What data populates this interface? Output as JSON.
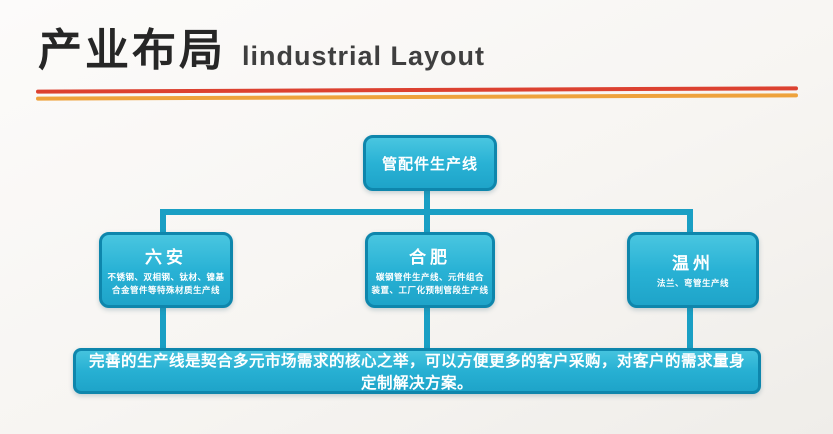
{
  "header": {
    "title_cn": "产业布局",
    "title_en": "lindustrial Layout"
  },
  "diagram": {
    "root": {
      "label": "管配件生产线"
    },
    "children": [
      {
        "name": "六安",
        "desc": "不锈钢、双相钢、钛材、镍基\n合金管件等特殊材质生产线"
      },
      {
        "name": "合肥",
        "desc": "碳钢管件生产线、元件组合\n装置、工厂化预制管段生产线"
      },
      {
        "name": "温州",
        "desc": "法兰、弯管生产线"
      }
    ],
    "footer": "完善的生产线是契合多元市场需求的核心之举，可以方便更多的客户采购，对客户的需求量身定制解决方案。"
  },
  "colors": {
    "box_fill_top": "#49c6e0",
    "box_fill_bottom": "#1ea4c9",
    "box_border": "#0e86ac",
    "connector": "#1a9fc4",
    "underline_red": "#dc4130",
    "underline_orange": "#eea23c",
    "title_text": "#262626"
  }
}
